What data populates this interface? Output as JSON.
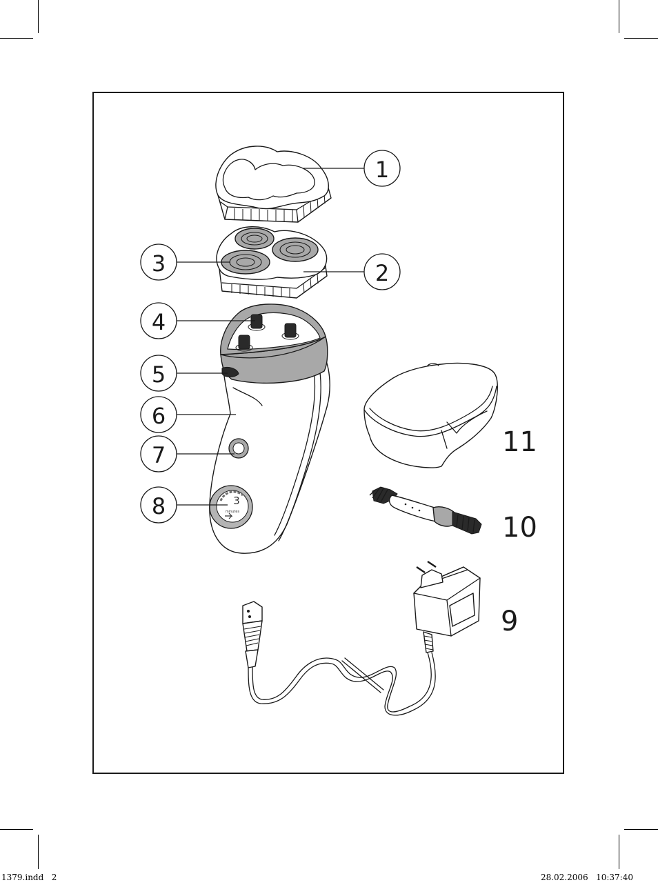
{
  "callouts": [
    {
      "id": "1",
      "label": "1"
    },
    {
      "id": "2",
      "label": "2"
    },
    {
      "id": "3",
      "label": "3"
    },
    {
      "id": "4",
      "label": "4"
    },
    {
      "id": "5",
      "label": "5"
    },
    {
      "id": "6",
      "label": "6"
    },
    {
      "id": "7",
      "label": "7"
    },
    {
      "id": "8",
      "label": "8"
    }
  ],
  "free_labels": {
    "pouch": "11",
    "brush": "10",
    "adapter": "9"
  },
  "display": {
    "digit": "3",
    "unit": "minutes"
  },
  "slug": {
    "left": "1379.indd   2",
    "right": "28.02.2006   10:37:40"
  },
  "colors": {
    "line": "#1a1a1a",
    "grey_part": "#a8a8a8",
    "background": "#ffffff"
  }
}
